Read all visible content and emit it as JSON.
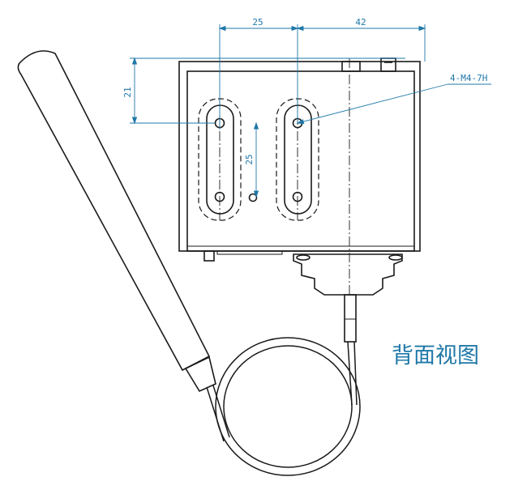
{
  "view_title": "背面视图",
  "dimensions": {
    "hole_pitch_horizontal": "25",
    "offset_to_right_edge": "42",
    "top_offset": "21",
    "hole_pitch_vertical": "25",
    "thread_callout": "4-M4-7H"
  },
  "colors": {
    "outline": "#1a1a1a",
    "dimension": "#1f78a8",
    "title": "#1f78a8",
    "background": "#ffffff"
  }
}
